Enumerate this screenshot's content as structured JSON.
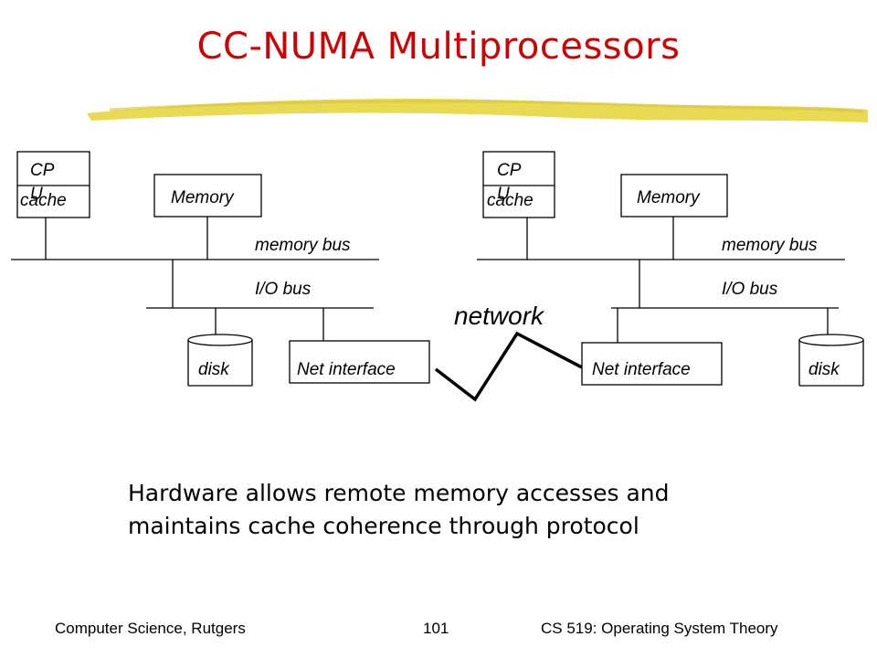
{
  "slide": {
    "title": "CC-NUMA Multiprocessors",
    "accent_color": "#cc0000",
    "highlight_color": "#e8d84a"
  },
  "diagram": {
    "left_node": {
      "cpu_label_line1": "CP",
      "cpu_label_line2": "U",
      "cache_label": "cache",
      "memory_label": "Memory",
      "memory_bus_label": "memory bus",
      "io_bus_label": "I/O bus",
      "disk_label": "disk",
      "net_interface_label": "Net interface"
    },
    "right_node": {
      "cpu_label_line1": "CP",
      "cpu_label_line2": "U",
      "cache_label": "cache",
      "memory_label": "Memory",
      "memory_bus_label": "memory bus",
      "io_bus_label": "I/O bus",
      "disk_label": "disk",
      "net_interface_label": "Net interface"
    },
    "network_label": "network"
  },
  "summary": {
    "line1": "Hardware allows remote memory accesses and",
    "line2": "maintains cache coherence through protocol"
  },
  "footer": {
    "left": "Computer Science, Rutgers",
    "page_number": "101",
    "right": "CS 519: Operating System Theory"
  }
}
